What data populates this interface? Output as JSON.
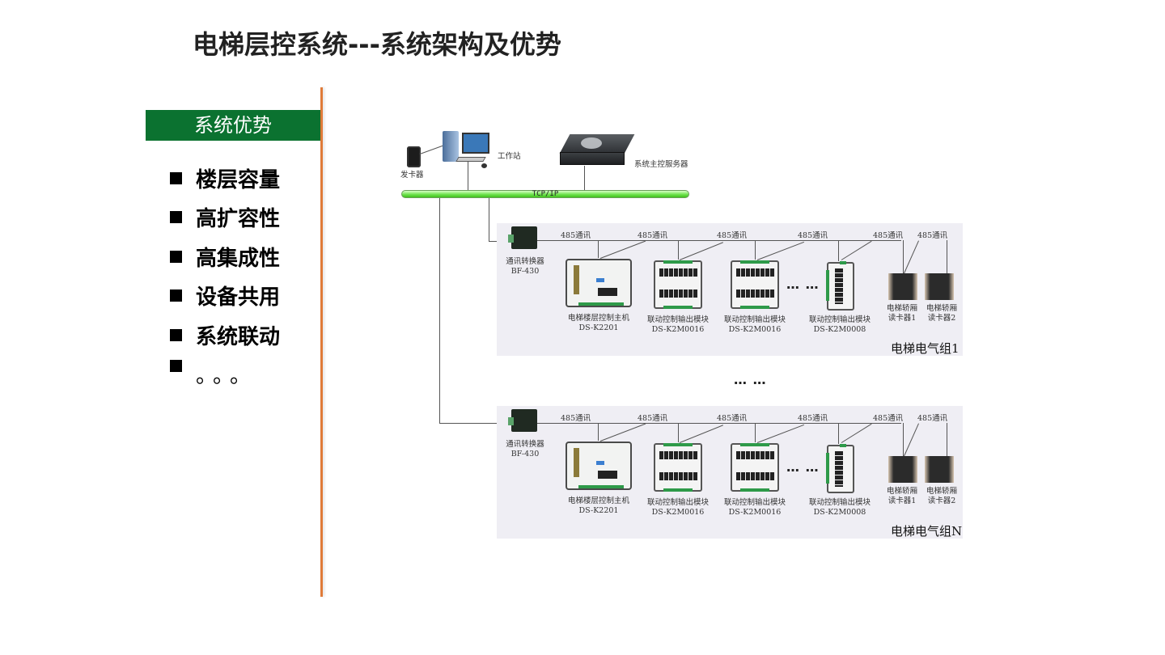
{
  "page": {
    "title": "电梯层控系统---系统架构及优势"
  },
  "advantages": {
    "header": "系统优势",
    "items": [
      {
        "label": "楼层容量"
      },
      {
        "label": "高扩容性"
      },
      {
        "label": "高集成性"
      },
      {
        "label": "设备共用"
      },
      {
        "label": "系统联动"
      },
      {
        "label": "。。。"
      }
    ]
  },
  "diagram": {
    "top": {
      "card_issuer": "发卡器",
      "workstation": "工作站",
      "server": "系统主控服务器",
      "network": "TCP/IP"
    },
    "group_ellipsis": "… …",
    "groups": [
      {
        "label": "电梯电气组1",
        "converter": {
          "name": "通讯转换器",
          "model": "BF-430"
        },
        "controller": {
          "name": "电梯楼层控制主机",
          "model": "DS-K2201"
        },
        "module_a": {
          "name": "联动控制输出模块",
          "model": "DS-K2M0016"
        },
        "module_b": {
          "name": "联动控制输出模块",
          "model": "DS-K2M0016"
        },
        "module_c": {
          "name": "联动控制输出模块",
          "model": "DS-K2M0008"
        },
        "reader1": {
          "name": "电梯轿厢",
          "sub": "读卡器1"
        },
        "reader2": {
          "name": "电梯轿厢",
          "sub": "读卡器2"
        },
        "bus_label": "485通讯",
        "ellipsis": "… …"
      },
      {
        "label": "电梯电气组N",
        "converter": {
          "name": "通讯转换器",
          "model": "BF-430"
        },
        "controller": {
          "name": "电梯楼层控制主机",
          "model": "DS-K2201"
        },
        "module_a": {
          "name": "联动控制输出模块",
          "model": "DS-K2M0016"
        },
        "module_b": {
          "name": "联动控制输出模块",
          "model": "DS-K2M0016"
        },
        "module_c": {
          "name": "联动控制输出模块",
          "model": "DS-K2M0008"
        },
        "reader1": {
          "name": "电梯轿厢",
          "sub": "读卡器1"
        },
        "reader2": {
          "name": "电梯轿厢",
          "sub": "读卡器2"
        },
        "bus_label": "485通讯",
        "ellipsis": "… …"
      }
    ],
    "colors": {
      "header_green": "#0b7230",
      "divider_orange": "#e07b39",
      "bus_green": "#6fe24f",
      "group_bg": "#efeef4"
    }
  }
}
